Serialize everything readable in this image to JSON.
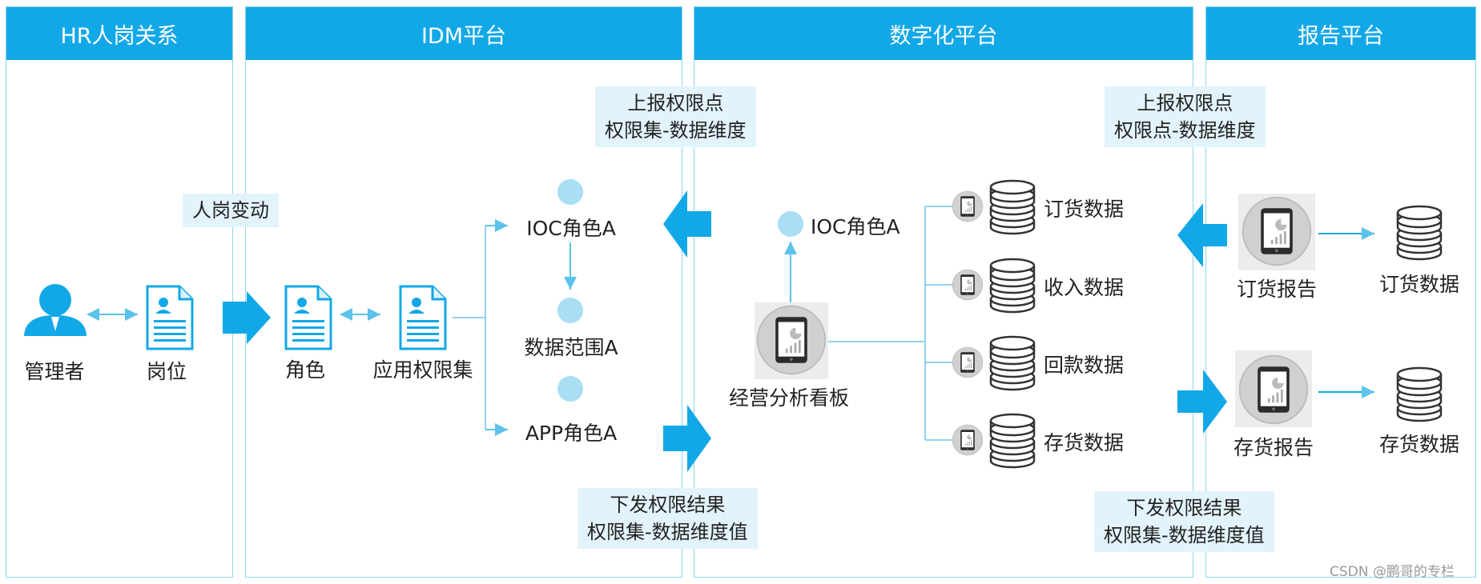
{
  "lanes": [
    {
      "title": "HR人岗关系"
    },
    {
      "title": "IDM平台"
    },
    {
      "title": "数字化平台"
    },
    {
      "title": "报告平台"
    }
  ],
  "hr": {
    "manager": "管理者",
    "position": "岗位",
    "change_note": "人岗变动"
  },
  "idm": {
    "role": "角色",
    "app_permission_set": "应用权限集",
    "ioc_role": "IOC角色A",
    "data_scope": "数据范围A",
    "app_role": "APP角色A"
  },
  "notes": {
    "upload_left": [
      "上报权限点",
      "权限集-数据维度"
    ],
    "issue_left": [
      "下发权限结果",
      "权限集-数据维度值"
    ],
    "upload_right": [
      "上报权限点",
      "权限点-数据维度"
    ],
    "issue_right": [
      "下发权限结果",
      "权限集-数据维度值"
    ]
  },
  "digital": {
    "ioc_role": "IOC角色A",
    "dashboard": "经营分析看板",
    "data_items": [
      "订货数据",
      "收入数据",
      "回款数据",
      "存货数据"
    ]
  },
  "report": {
    "order_report": "订货报告",
    "order_data": "订货数据",
    "inventory_report": "存货报告",
    "inventory_data": "存货数据"
  },
  "watermark": "CSDN @鹏哥的专栏",
  "colors": {
    "accent": "#12a8e8",
    "note_bg": "#e3f3fb",
    "node": "#a9def5",
    "line": "#8fd3ef"
  }
}
